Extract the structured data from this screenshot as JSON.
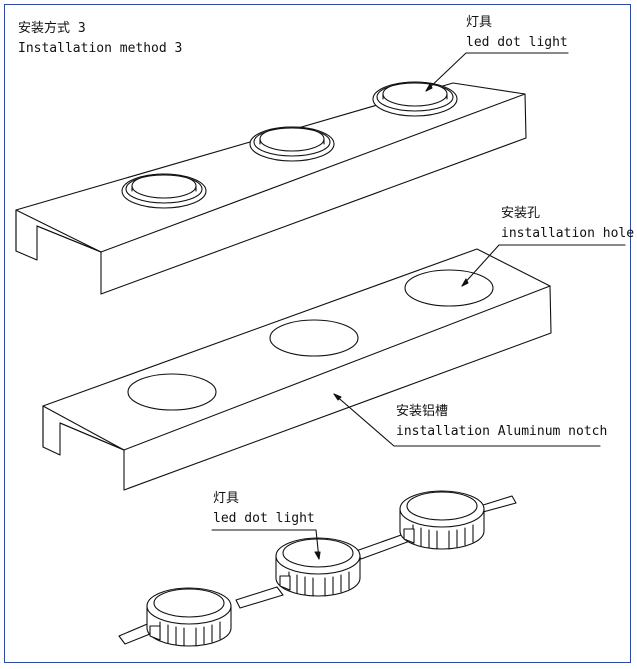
{
  "title": {
    "zh": "安装方式 3",
    "en": "Installation method 3"
  },
  "callouts": {
    "fixture_top": {
      "zh": "灯具",
      "en": "led dot light"
    },
    "hole": {
      "zh": "安装孔",
      "en": "installation hole"
    },
    "channel": {
      "zh": "安装铝槽",
      "en": "installation Aluminum notch"
    },
    "fixture_bottom": {
      "zh": "灯具",
      "en": "led dot light"
    }
  },
  "colors": {
    "frame": "#2b4aa8",
    "line": "#111111"
  }
}
